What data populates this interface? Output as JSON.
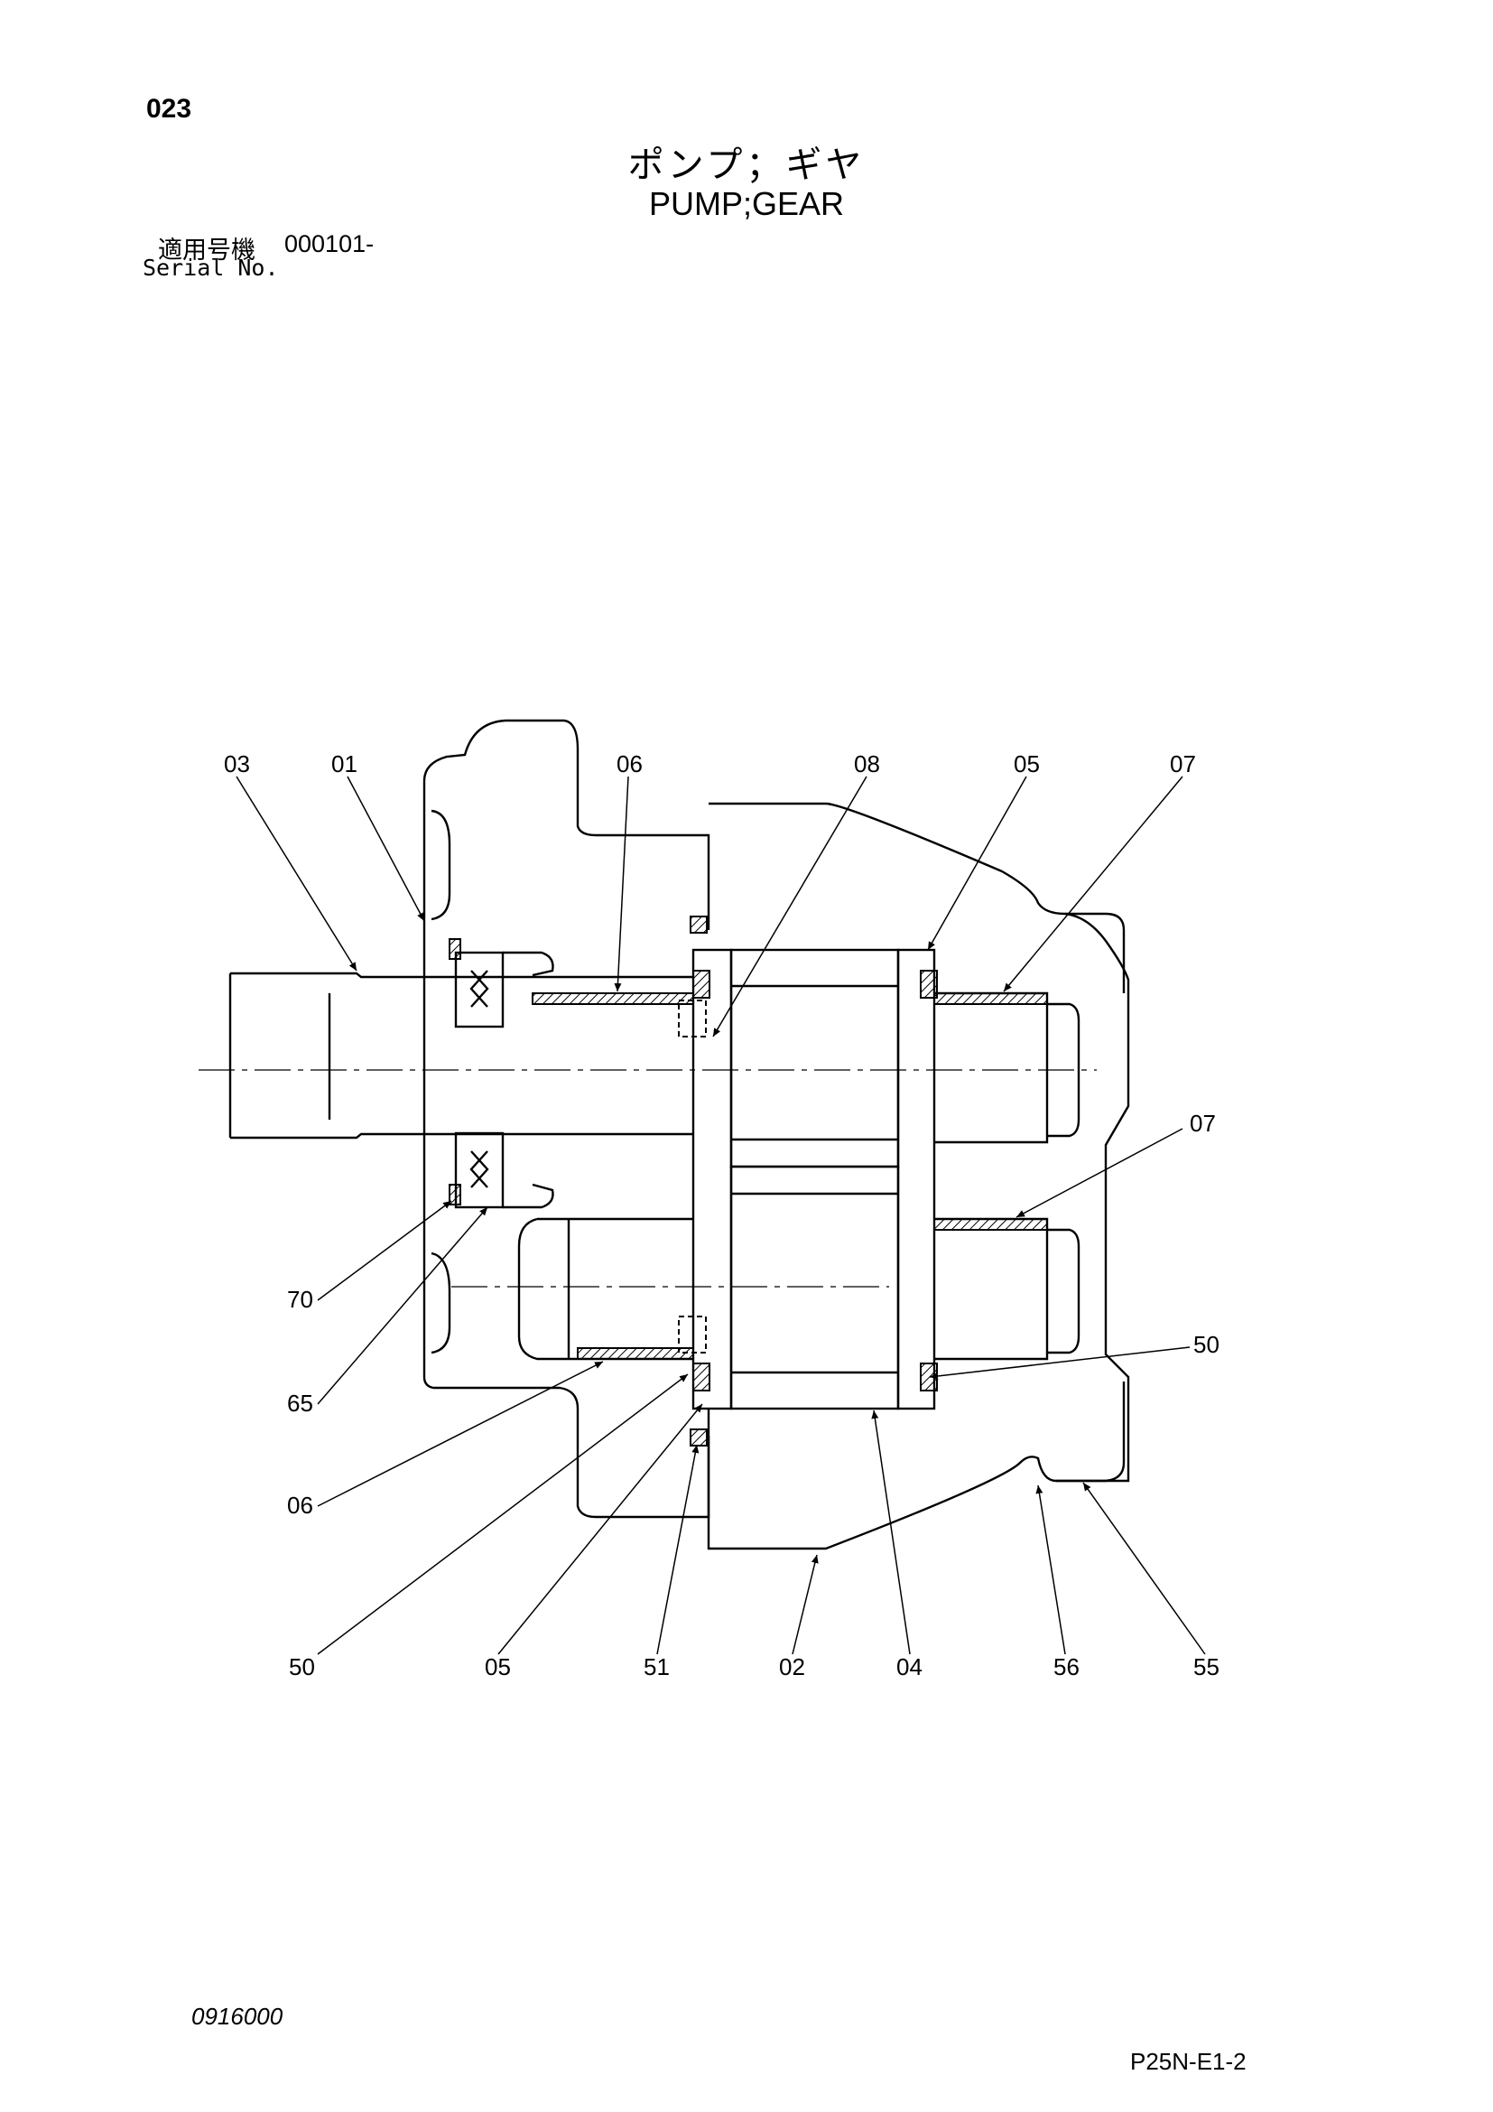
{
  "header": {
    "page_number": "023",
    "title_jp": "ポンプ；ギヤ",
    "title_en": "PUMP;GEAR",
    "serial_label_jp": "適用号機",
    "serial_value": "000101-",
    "serial_label_en": "Serial No."
  },
  "diagram": {
    "callouts": [
      {
        "id": "c03-top",
        "label": "03"
      },
      {
        "id": "c01-top",
        "label": "01"
      },
      {
        "id": "c06-top",
        "label": "06"
      },
      {
        "id": "c08-top",
        "label": "08"
      },
      {
        "id": "c05-top",
        "label": "05"
      },
      {
        "id": "c07-top",
        "label": "07"
      },
      {
        "id": "c07-mid",
        "label": "07"
      },
      {
        "id": "c50-right",
        "label": "50"
      },
      {
        "id": "c70-left",
        "label": "70"
      },
      {
        "id": "c65-left",
        "label": "65"
      },
      {
        "id": "c06-left",
        "label": "06"
      },
      {
        "id": "c50-bot",
        "label": "50"
      },
      {
        "id": "c05-bot",
        "label": "05"
      },
      {
        "id": "c51-bot",
        "label": "51"
      },
      {
        "id": "c02-bot",
        "label": "02"
      },
      {
        "id": "c04-bot",
        "label": "04"
      },
      {
        "id": "c56-bot",
        "label": "56"
      },
      {
        "id": "c55-bot",
        "label": "55"
      }
    ]
  },
  "footer": {
    "doc_code": "0916000",
    "ref_code": "P25N-E1-2"
  }
}
